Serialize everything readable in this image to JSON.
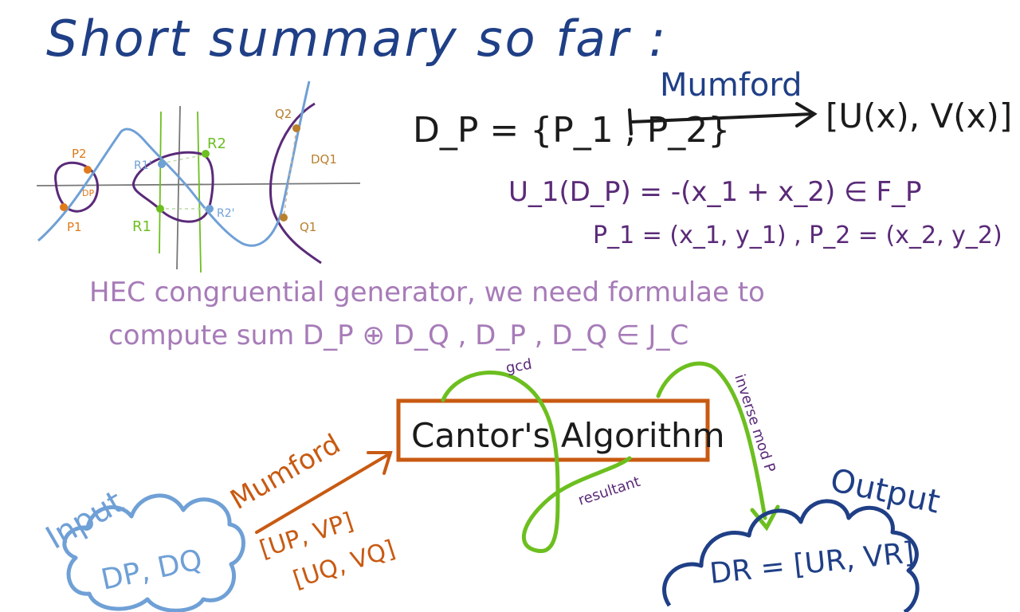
{
  "title": "Short summary so far :",
  "colors": {
    "navy": "#1f3f86",
    "black": "#1b1b1b",
    "purple": "#5a2a78",
    "lilac": "#a77bb8",
    "orange": "#c85a12",
    "green": "#6cbf1f",
    "lightblue": "#6fa0d6",
    "gold": "#b8802e"
  },
  "mumford_map": {
    "left": "D_P = {P_1 , P_2}",
    "arrow_label": "Mumford",
    "right": "[U(x), V(x)]",
    "formula_u1": "U_1(D_P) = -(x_1 + x_2) ∈ F_P",
    "formula_points": "P_1 = (x_1, y_1) , P_2 = (x_2, y_2)"
  },
  "curve_sketch": {
    "left_points": [
      "P2",
      "P1"
    ],
    "left_divisor": "DP",
    "middle_points": [
      "R1'",
      "R2",
      "R1",
      "R2'"
    ],
    "right_points": [
      "Q2",
      "Q1"
    ],
    "right_divisor": "DQ1"
  },
  "note": {
    "line1": "HEC congruential generator, we need formulae to",
    "line2": "compute sum D_P ⊕ D_Q , D_P , D_Q ∈ J_C"
  },
  "flow": {
    "input_label": "Input",
    "input_content": "DP, DQ",
    "mumford_label": "Mumford",
    "pair1": "[UP, VP]",
    "pair2": "[UQ, VQ]",
    "algorithm": "Cantor's Algorithm",
    "loop_gcd": "gcd",
    "loop_inverse": "inverse mod P",
    "loop_resultant": "resultant",
    "output_label": "Output",
    "output_content": "DR = [UR, VR]"
  }
}
